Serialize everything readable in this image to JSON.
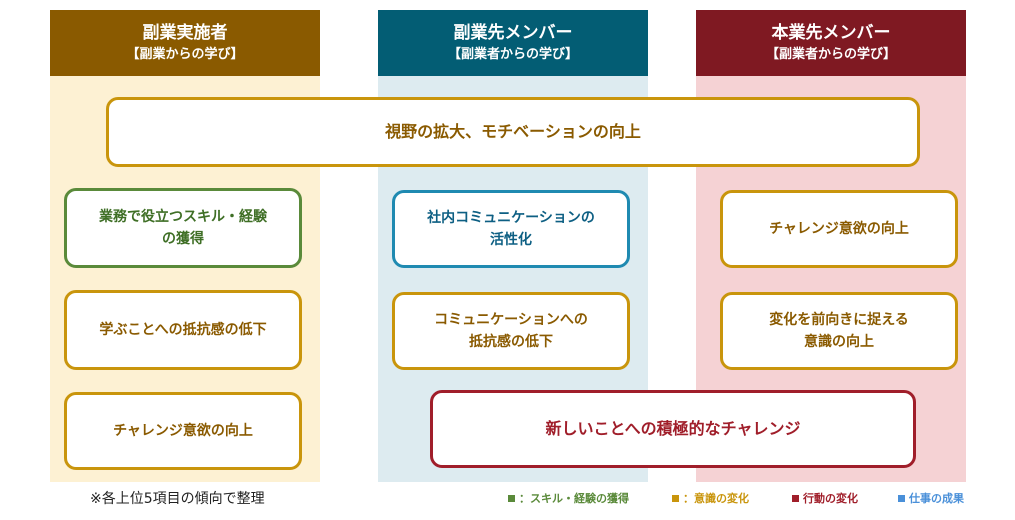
{
  "columns": [
    {
      "title": "副業実施者",
      "subtitle": "【副業からの学び】",
      "head_color": "#8a5a00",
      "bg_color": "#fdf1d3"
    },
    {
      "title": "副業先メンバー",
      "subtitle": "【副業者からの学び】",
      "head_color": "#035d74",
      "bg_color": "#ddebf0"
    },
    {
      "title": "本業先メンバー",
      "subtitle": "【副業者からの学び】",
      "head_color": "#7f1922",
      "bg_color": "#f5d2d4"
    }
  ],
  "shared_top": {
    "label": "視野の拡大、モチベーションの向上"
  },
  "col1_items": [
    {
      "label": "業務で役立つスキル・経験\nの獲得"
    },
    {
      "label": "学ぶことへの抵抗感の低下"
    },
    {
      "label": "チャレンジ意欲の向上"
    }
  ],
  "col2_items": [
    {
      "label": "社内コミュニケーションの\n活性化"
    },
    {
      "label": "コミュニケーションへの\n抵抗感の低下"
    }
  ],
  "col3_items": [
    {
      "label": "チャレンジ意欲の向上"
    },
    {
      "label": "変化を前向きに捉える\n意識の向上"
    }
  ],
  "shared_bottom": {
    "label": "新しいことへの積極的なチャレンジ"
  },
  "footnote": "※各上位5項目の傾向で整理",
  "legend": [
    {
      "label": "：スキル・経験の獲得",
      "color": "#5a8a3a"
    },
    {
      "label": "：意識の変化",
      "color": "#c9950c"
    },
    {
      "label": "行動の変化",
      "color": "#a01e2a"
    },
    {
      "label": "仕事の成果",
      "color": "#4a90d9"
    }
  ]
}
